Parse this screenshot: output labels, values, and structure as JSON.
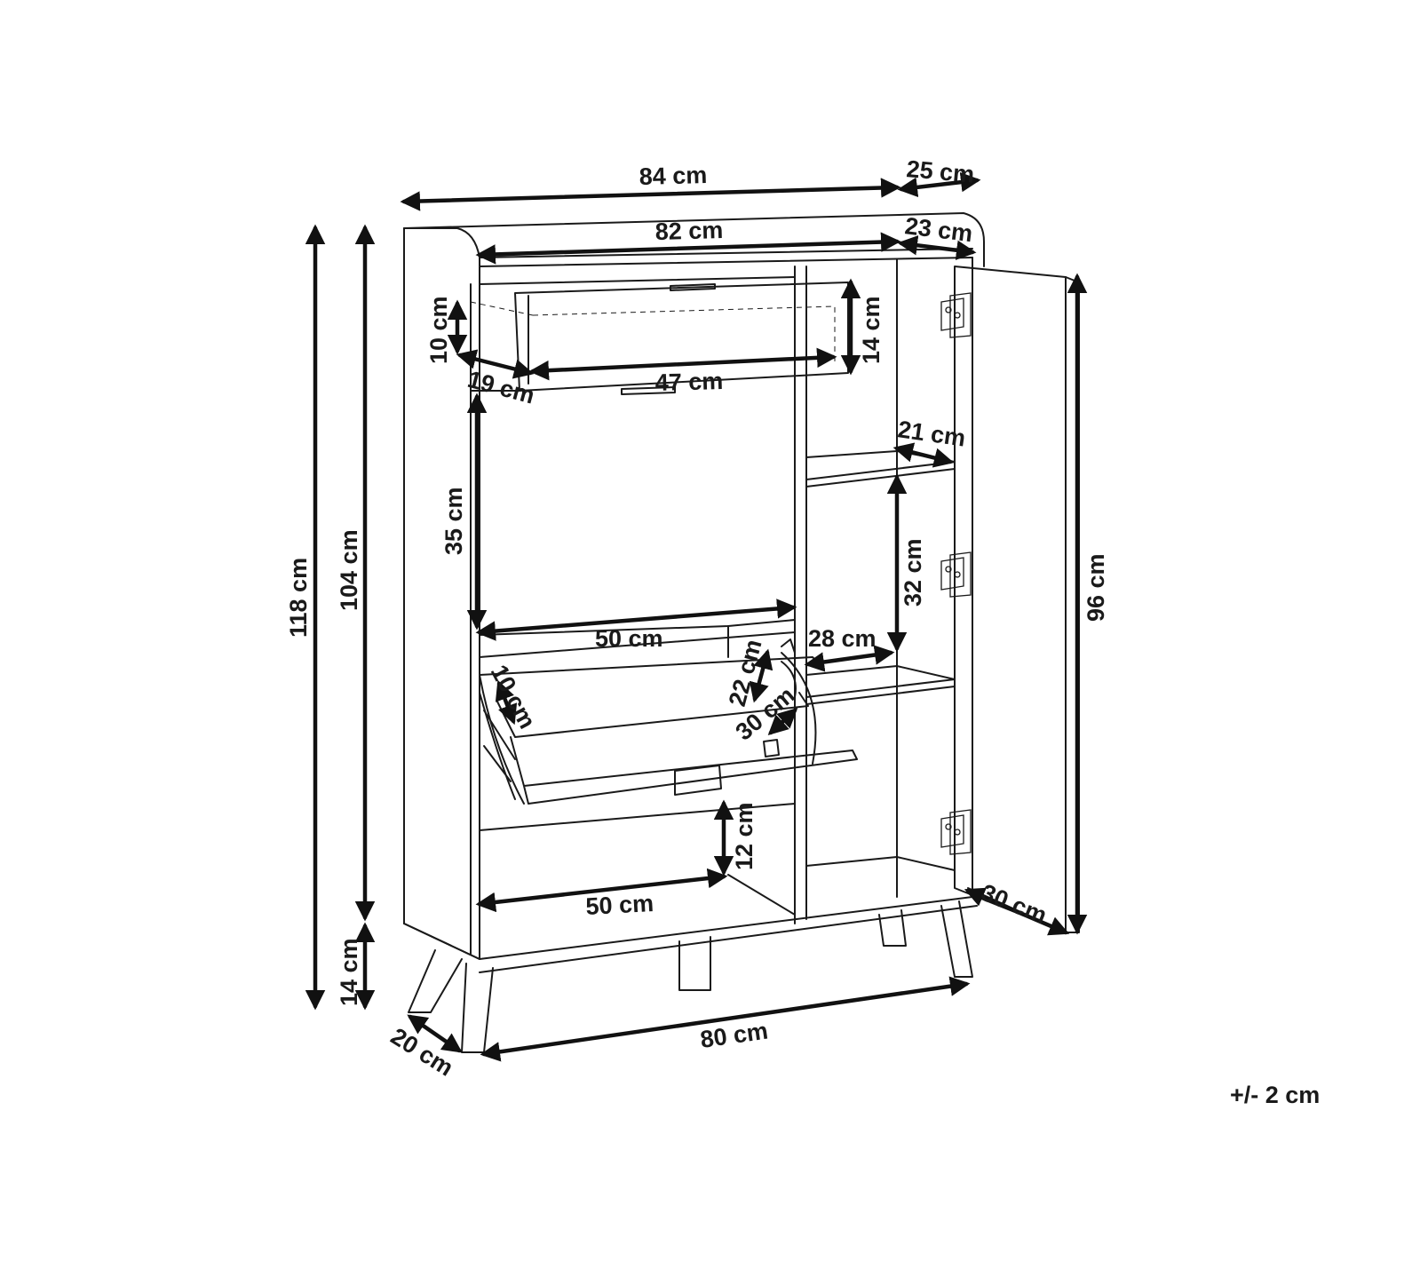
{
  "dimensions": {
    "total_width": "84 cm",
    "total_depth": "25 cm",
    "inner_width": "82 cm",
    "inner_depth": "23 cm",
    "total_height": "118 cm",
    "body_height": "104 cm",
    "leg_height": "14 cm",
    "drawer_height_inner": "10 cm",
    "drawer_height": "14 cm",
    "drawer_depth": "19 cm",
    "drawer_width": "47 cm",
    "left_compartment_height": "35 cm",
    "left_compartment_width": "50 cm",
    "flap_depth": "10 cm",
    "flap_height": "22 cm",
    "flap_width": "30 cm",
    "bottom_compartment_height": "12 cm",
    "bottom_compartment_width": "50 cm",
    "right_shelf_depth": "21 cm",
    "right_compartment_height": "32 cm",
    "right_compartment_width": "28 cm",
    "door_height": "96 cm",
    "door_width": "30 cm",
    "leg_depth": "20 cm",
    "leg_span": "80 cm"
  },
  "tolerance": "+/- 2 cm"
}
